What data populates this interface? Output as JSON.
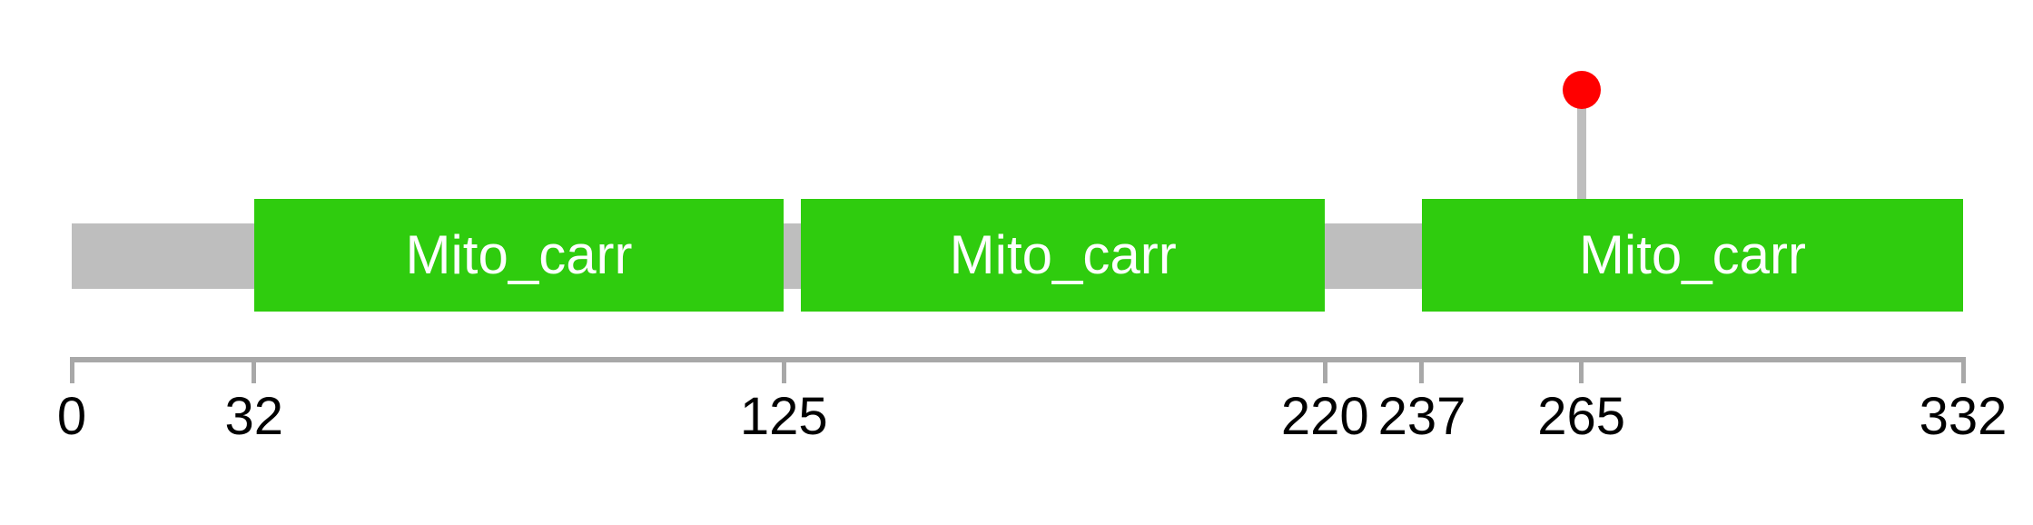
{
  "chart_data": {
    "type": "protein-domain-lollipop",
    "axis": {
      "min": 0,
      "max": 332,
      "ticks": [
        0,
        32,
        125,
        220,
        237,
        265,
        332
      ]
    },
    "backbone": {
      "start": 0,
      "end": 332
    },
    "domains": [
      {
        "label": "Mito_carr",
        "start": 32,
        "end": 125
      },
      {
        "label": "Mito_carr",
        "start": 128,
        "end": 220
      },
      {
        "label": "Mito_carr",
        "start": 237,
        "end": 332
      }
    ],
    "mutations": [
      {
        "position": 265,
        "marker": "circle"
      }
    ],
    "colors": {
      "domain_fill": "#2FCC0E",
      "domain_label": "#FFFFFF",
      "backbone": "#BEBEBE",
      "axis": "#A8A8A8",
      "tick_label": "#000000",
      "mutation_marker": "#FF0000",
      "mutation_stem": "#BEBEBE",
      "background": "#FFFFFF"
    }
  }
}
